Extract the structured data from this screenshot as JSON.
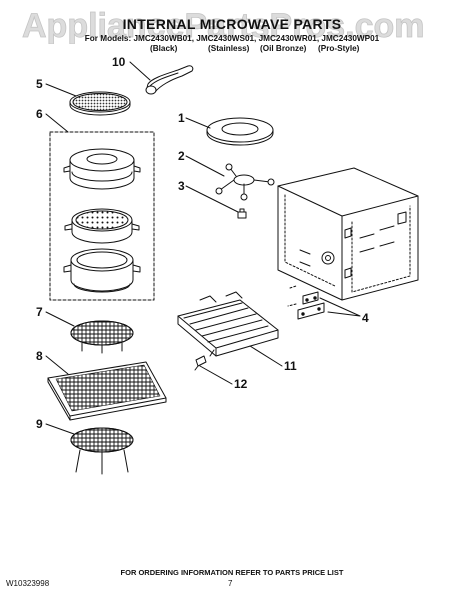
{
  "watermark": "AppliancePartsPros.com",
  "title": "INTERNAL MICROWAVE PARTS",
  "models_line": "For Models: JMC2430WB01, JMC2430WS01, JMC2430WR01, JMC2430WP01",
  "finishes": [
    "(Black)",
    "(Stainless)",
    "(Oil Bronze)",
    "(Pro-Style)"
  ],
  "callouts": {
    "c1": "1",
    "c2": "2",
    "c3": "3",
    "c4": "4",
    "c5": "5",
    "c6": "6",
    "c7": "7",
    "c8": "8",
    "c9": "9",
    "c10": "10",
    "c11": "11",
    "c12": "12"
  },
  "footer": "FOR ORDERING INFORMATION REFER TO PARTS PRICE LIST",
  "doc_number": "W10323998",
  "page_number": "7"
}
